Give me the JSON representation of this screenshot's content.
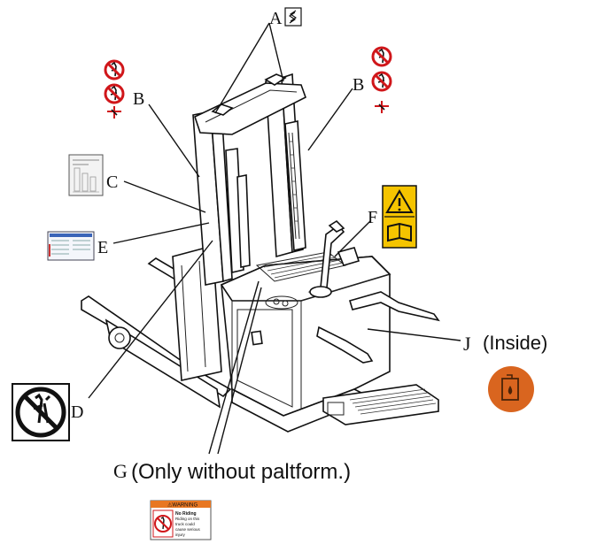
{
  "labels": {
    "a": "A",
    "b_left": "B",
    "b_right": "B",
    "c": "C",
    "d": "D",
    "e": "E",
    "f": "F",
    "j": "J",
    "j_note": "(Inside)",
    "g": "G",
    "g_note": "(Only without paltform.)"
  },
  "decal_text": {
    "warning_header": "⚠WARNING",
    "warning_body_title": "No Riding",
    "warning_body_line1": "Riding on this",
    "warning_body_line2": "truck could",
    "warning_body_line3": "cause serious",
    "warning_body_line4": "injury"
  },
  "colors": {
    "prohibit_red": "#d0161a",
    "warning_yellow": "#f5c400",
    "orange_badge": "#d9651f",
    "line_black": "#111111"
  },
  "icons": {
    "a": "hook-lifting-icon",
    "b": "no-standing-under-fork-icon",
    "d": "no-riding-on-fork-icon",
    "f": "warning-read-manual-icon",
    "j": "fuel-fill-icon"
  }
}
